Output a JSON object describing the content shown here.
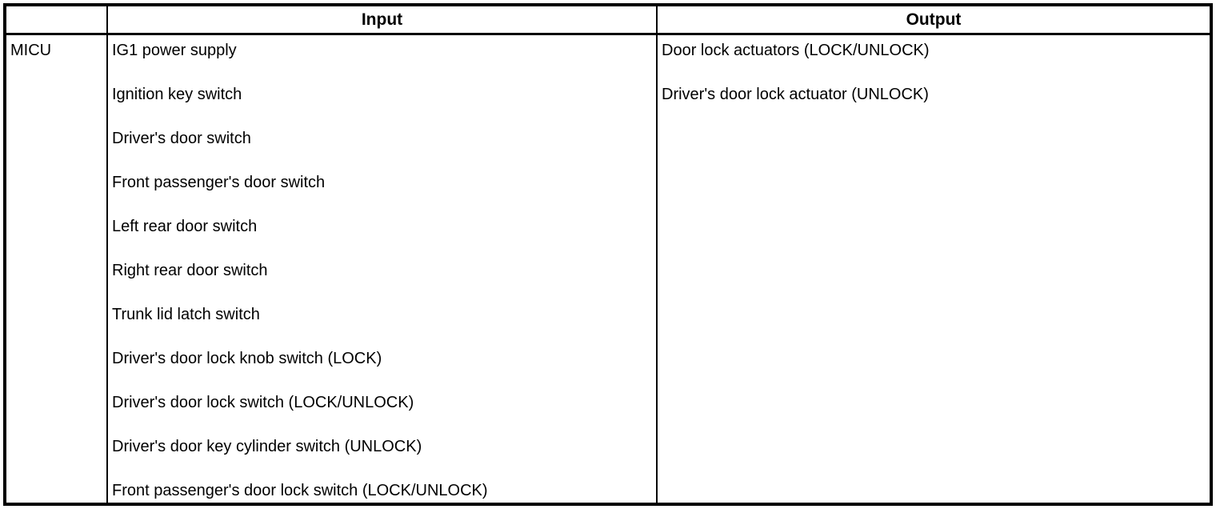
{
  "table": {
    "headers": {
      "device_col": "",
      "input_col": "Input",
      "output_col": "Output"
    },
    "device": "MICU",
    "inputs": [
      "IG1 power supply",
      "Ignition key switch",
      "Driver's door switch",
      "Front passenger's door switch",
      "Left rear door switch",
      "Right rear door switch",
      "Trunk lid latch switch",
      "Driver's door lock knob switch (LOCK)",
      "Driver's door lock switch (LOCK/UNLOCK)",
      "Driver's door key cylinder switch (UNLOCK)",
      "Front passenger's door lock switch (LOCK/UNLOCK)"
    ],
    "outputs": [
      "Door lock actuators (LOCK/UNLOCK)",
      "Driver's door lock actuator (UNLOCK)"
    ]
  },
  "colors": {
    "border": "#000000",
    "background": "#ffffff",
    "text": "#000000"
  }
}
